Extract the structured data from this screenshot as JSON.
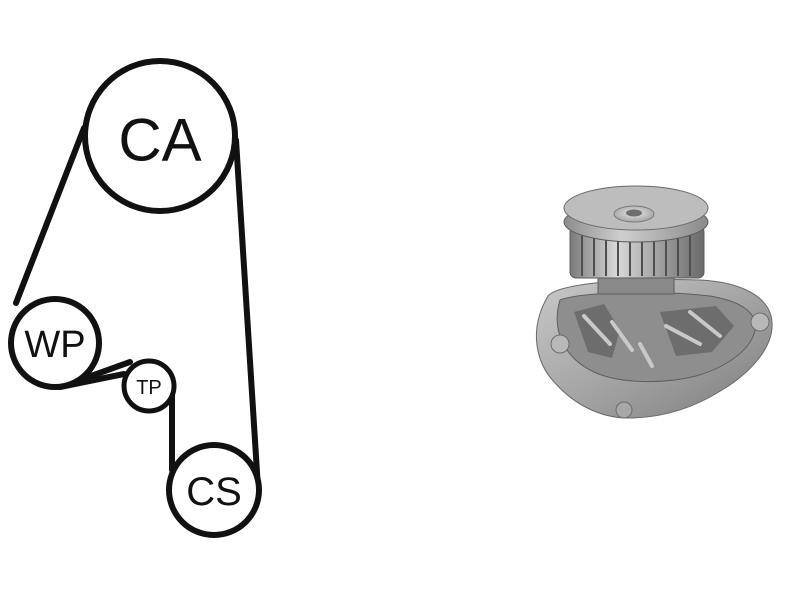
{
  "diagram": {
    "pulleys": {
      "ca": {
        "label": "CA"
      },
      "wp": {
        "label": "WP"
      },
      "tp": {
        "label": "TP"
      },
      "cs": {
        "label": "CS"
      }
    },
    "belt_color": "#111111"
  },
  "product_image": {
    "body_color": "#a9a9a9",
    "highlight_color": "#d4d4d4",
    "shadow_color": "#6f6f6f"
  }
}
